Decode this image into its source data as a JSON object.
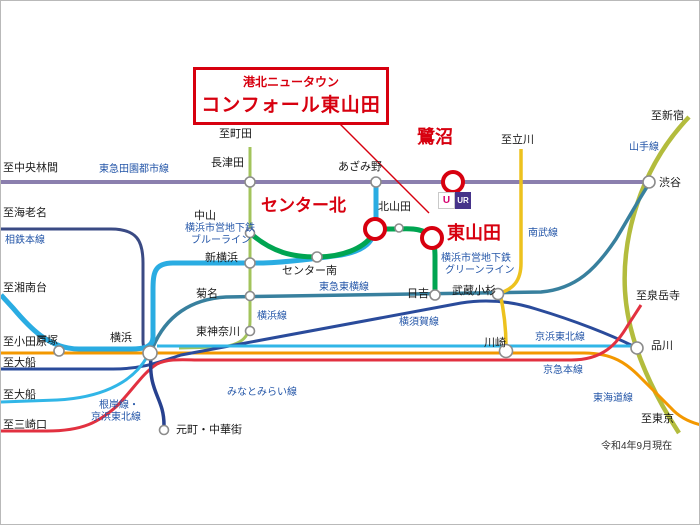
{
  "callout": {
    "line1": "港北ニュータウン",
    "line2": "コンフォール東山田"
  },
  "highlights": {
    "saginuma": "鷺沼",
    "center_kita": "センター北",
    "higashi_yamata": "東山田"
  },
  "stations": {
    "nagatsuta": "長津田",
    "azamino": "あざみ野",
    "shibuya": "渋谷",
    "nakayama": "中山",
    "kita_yamata": "北山田",
    "shin_yokohama": "新横浜",
    "center_minami": "センター南",
    "kikuna": "菊名",
    "hiyoshi": "日吉",
    "musashi_kosugi": "武蔵小杉",
    "higashi_kanagawa": "東神奈川",
    "yokohama": "横浜",
    "totsuka": "戸塚",
    "kawasaki": "川崎",
    "shinagawa": "品川",
    "motomachi_chukagai": "元町・中華街"
  },
  "destinations": {
    "chuo_rinkan": "至中央林間",
    "machida": "至町田",
    "tachikawa": "至立川",
    "shinjuku": "至新宿",
    "ebina": "至海老名",
    "shonandai": "至湘南台",
    "odawara": "至小田原",
    "ofuna_1": "至大船",
    "ofuna_2": "至大船",
    "misakiguchi": "至三崎口",
    "sengakuji": "至泉岳寺",
    "tokyo": "至東京"
  },
  "lines": {
    "denentoshi": {
      "label": "東急田園都市線",
      "color": "#8b7fae"
    },
    "yamanote": {
      "label": "山手線",
      "color": "#b3bc3d"
    },
    "sotetsu": {
      "label": "相鉄本線",
      "color": "#3a4a84"
    },
    "blue_line": {
      "label_1": "横浜市営地下鉄",
      "label_2": "ブルーライン",
      "color": "#2aace2"
    },
    "green_line": {
      "label_1": "横浜市営地下鉄",
      "label_2": "グリーンライン",
      "color": "#00a551"
    },
    "nambu": {
      "label": "南武線",
      "color": "#edc21e"
    },
    "toyoko": {
      "label": "東急東横線",
      "color": "#38809e"
    },
    "yokohama_line": {
      "label": "横浜線",
      "color": "#a3c45c"
    },
    "yokosuka": {
      "label": "横須賀線",
      "color": "#2a4b9b"
    },
    "keihin_tohoku": {
      "label": "京浜東北線",
      "color": "#31b6e7"
    },
    "keikyu": {
      "label": "京急本線",
      "color": "#e23140"
    },
    "minatomirai": {
      "label": "みなとみらい線",
      "color": "#27418f"
    },
    "negishi": {
      "label_1": "根岸線・",
      "label_2": "京浜東北線",
      "color": "#31b6e7"
    },
    "tokaido": {
      "label": "東海道線",
      "color": "#f39800"
    }
  },
  "ur_badge": {
    "mark": "U",
    "text": "UR"
  },
  "note": "令和4年9月現在",
  "colors": {
    "highlight_red": "#d7000f",
    "label_blue": "#2456a8",
    "station_stroke": "#8c8c8c"
  }
}
